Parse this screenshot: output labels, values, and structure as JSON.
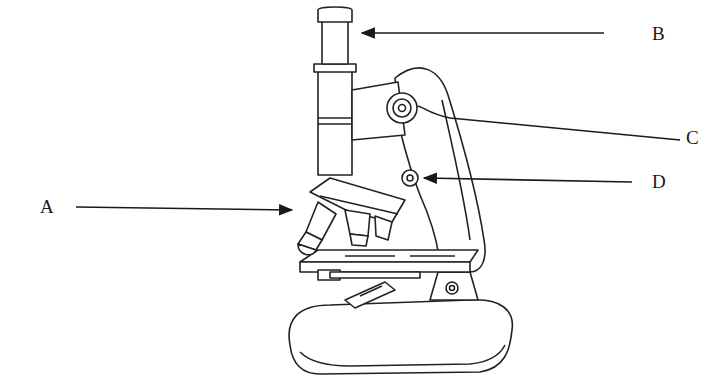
{
  "diagram": {
    "labels": [
      "B",
      "C",
      "D",
      "A"
    ]
  }
}
